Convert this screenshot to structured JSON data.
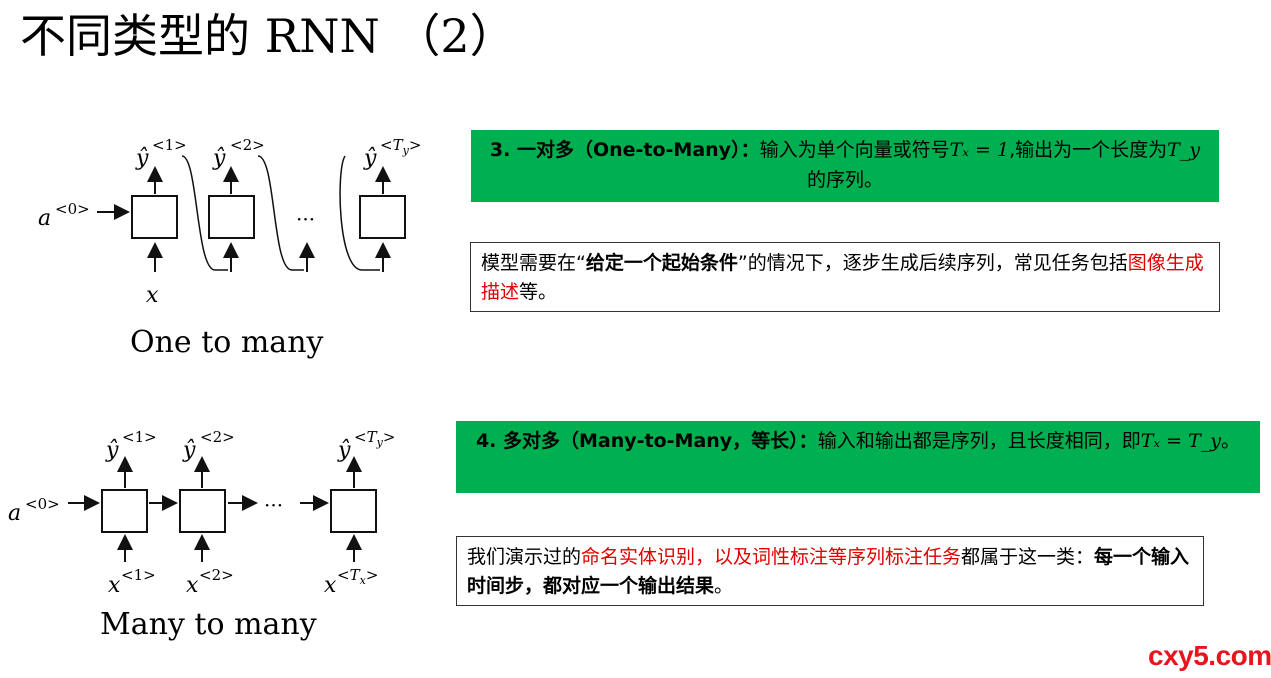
{
  "title": "不同类型的 RNN （2）",
  "diagram1": {
    "caption": "One to many",
    "a0": "a<0>",
    "input": "x",
    "outputs": [
      "ŷ<1>",
      "ŷ<2>",
      "ŷ<Ty>"
    ],
    "ellipsis": "···"
  },
  "diagram2": {
    "caption": "Many to many",
    "a0": "a<0>",
    "outputs": [
      "ŷ<1>",
      "ŷ<2>",
      "ŷ<Ty>"
    ],
    "inputs": [
      "x<1>",
      "x<2>",
      "x<Tx>"
    ],
    "ellipsis": "···"
  },
  "section3": {
    "heading": "3. 一对多（One-to-Many）：",
    "text_a": "输入为单个向量或符号",
    "math_a": "Tₓ = 1",
    "text_b": ",输出为一个长度为",
    "math_b": "T_y",
    "text_c": "的序列。"
  },
  "note3": {
    "pre": "模型需要在“",
    "bold": "给定一个起始条件",
    "mid": "”的情况下，逐步生成后续序列，常见任务包括",
    "red": "图像生成描述",
    "post": "等。"
  },
  "section4": {
    "heading": "4. 多对多（Many-to-Many，等长）：",
    "text_a": "输入和输出都是序列，且长度相同，即",
    "math_a": "Tₓ = T_y",
    "text_b": "。"
  },
  "note4": {
    "pre": "我们演示过的",
    "red": "命名实体识别，以及词性标注等序列标注任务",
    "mid": "都属于这一类：",
    "bold": "每一个输入时间步，都对应一个输出结果",
    "post": "。"
  },
  "watermark": "cxy5.com",
  "colors": {
    "green": "#00b050",
    "red": "#e00000",
    "watermark": "#e8141e"
  }
}
